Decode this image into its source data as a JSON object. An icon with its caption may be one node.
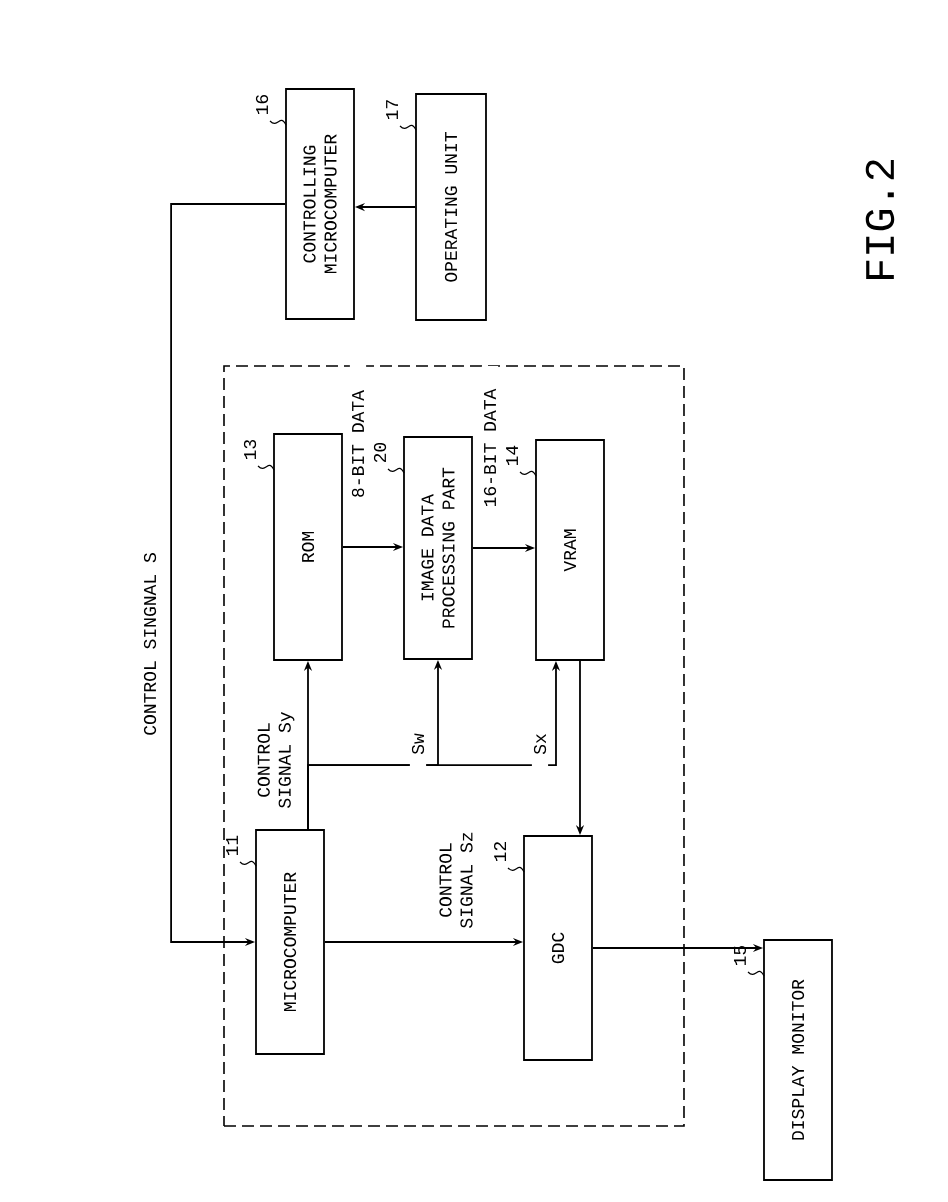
{
  "diagram": {
    "title": "FIG.2",
    "nodes": [
      {
        "text": [],
        "shape": "box"
      },
      {
        "text": [
          "CONTROLLING MICROCOMPUTER"
        ],
        "beside": [
          "16"
        ]
      },
      {
        "text": [
          "OPERATING UNIT"
        ],
        "beside": [
          "17"
        ]
      },
      {
        "text": [
          "ROM"
        ],
        "beside": [
          "13"
        ],
        "in": 0
      },
      {
        "text": [
          "IMAGE DATA PROCESSING PART"
        ],
        "beside": [
          "20"
        ],
        "in": 0
      },
      {
        "text": [
          "VRAM"
        ],
        "beside": [
          "14"
        ],
        "in": 0
      },
      {
        "text": [
          "MICROCOMPUTER"
        ],
        "beside": [
          "11"
        ],
        "in": 0
      },
      {
        "text": [
          "GDC"
        ],
        "beside": [
          "12"
        ],
        "in": 0
      },
      {
        "text": [
          "DISPLAY MONITOR"
        ],
        "beside": [
          "15"
        ]
      }
    ],
    "edges": [
      {
        "from": 2,
        "to": 1,
        "arrow": "to"
      },
      {
        "from": 1,
        "to": 6,
        "arrow": "to",
        "label": "CONTROL SINGNAL S"
      },
      {
        "from": 6,
        "to": 3,
        "arrow": "to",
        "label": "CONTROL SIGNAL Sy"
      },
      {
        "from": 6,
        "to": 4,
        "arrow": "to",
        "label": "Sw"
      },
      {
        "from": 6,
        "to": 5,
        "arrow": "to",
        "label": "Sx"
      },
      {
        "from": 3,
        "to": 4,
        "arrow": "to",
        "label": "8-BIT DATA"
      },
      {
        "from": 4,
        "to": 5,
        "arrow": "to",
        "label": "16-BIT DATA"
      },
      {
        "from": 5,
        "to": 7,
        "arrow": "to"
      },
      {
        "from": 6,
        "to": 7,
        "arrow": "to",
        "label": "CONTROL SIGNAL Sz"
      },
      {
        "from": 7,
        "to": 8,
        "arrow": "to"
      }
    ]
  }
}
